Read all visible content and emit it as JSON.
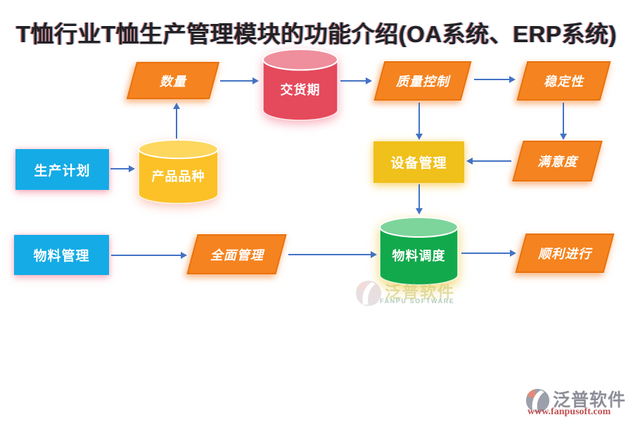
{
  "title": "T恤行业T恤生产管理模块的功能介绍(OA系统、ERP系统)",
  "nodes": {
    "quantity": {
      "label": "数量",
      "shape": "parallelogram",
      "color": "#F5831F"
    },
    "delivery_time": {
      "label": "交货期",
      "shape": "cylinder",
      "color": "#E5495C"
    },
    "quality_control": {
      "label": "质量控制",
      "shape": "parallelogram",
      "color": "#F5831F"
    },
    "stability": {
      "label": "稳定性",
      "shape": "parallelogram",
      "color": "#F5831F"
    },
    "production_plan": {
      "label": "生产计划",
      "shape": "rectangle",
      "color": "#14ABE6"
    },
    "product_variety": {
      "label": "产品品种",
      "shape": "cylinder",
      "color": "#FBC127"
    },
    "equipment_management": {
      "label": "设备管理",
      "shape": "rectangle",
      "color": "#F0C01B"
    },
    "satisfaction": {
      "label": "满意度",
      "shape": "parallelogram",
      "color": "#F5831F"
    },
    "material_management": {
      "label": "物料管理",
      "shape": "rectangle",
      "color": "#14ABE6"
    },
    "comprehensive_management": {
      "label": "全面管理",
      "shape": "parallelogram",
      "color": "#F5831F"
    },
    "material_scheduling": {
      "label": "物料调度",
      "shape": "cylinder",
      "color": "#12A94C"
    },
    "smooth_progress": {
      "label": "顺利进行",
      "shape": "parallelogram",
      "color": "#F5831F"
    }
  },
  "edges": [
    {
      "from": "quantity",
      "to": "delivery_time"
    },
    {
      "from": "product_variety",
      "to": "quantity"
    },
    {
      "from": "delivery_time",
      "to": "quality_control"
    },
    {
      "from": "quality_control",
      "to": "stability"
    },
    {
      "from": "quality_control",
      "to": "equipment_management"
    },
    {
      "from": "stability",
      "to": "satisfaction"
    },
    {
      "from": "satisfaction",
      "to": "equipment_management"
    },
    {
      "from": "production_plan",
      "to": "product_variety"
    },
    {
      "from": "equipment_management",
      "to": "material_scheduling"
    },
    {
      "from": "material_management",
      "to": "comprehensive_management"
    },
    {
      "from": "comprehensive_management",
      "to": "material_scheduling"
    },
    {
      "from": "material_scheduling",
      "to": "smooth_progress"
    }
  ],
  "watermark": {
    "brand": "泛普软件",
    "brand_en": "FANPU SOFTWARE"
  },
  "footer_logo": {
    "brand": "泛普软件",
    "url": "www.fanpusoft.com"
  },
  "colors": {
    "parallelogram_fill": "#F5831F",
    "parallelogram_border": "#E8720D",
    "red_cylinder_body": "#E5495C",
    "red_cylinder_top": "#EF8E9C",
    "gold_cylinder_body": "#FBC127",
    "gold_cylinder_top": "#FDD75E",
    "green_cylinder_body": "#12A94C",
    "green_cylinder_top": "#7DD59B",
    "blue_rect": "#14ABE6",
    "yellow_rect": "#F0C01B",
    "arrow": "#4472C4",
    "title_text": "#222226",
    "footer_brand_text": "#8E8E9A",
    "footer_url_text": "#C25052"
  }
}
